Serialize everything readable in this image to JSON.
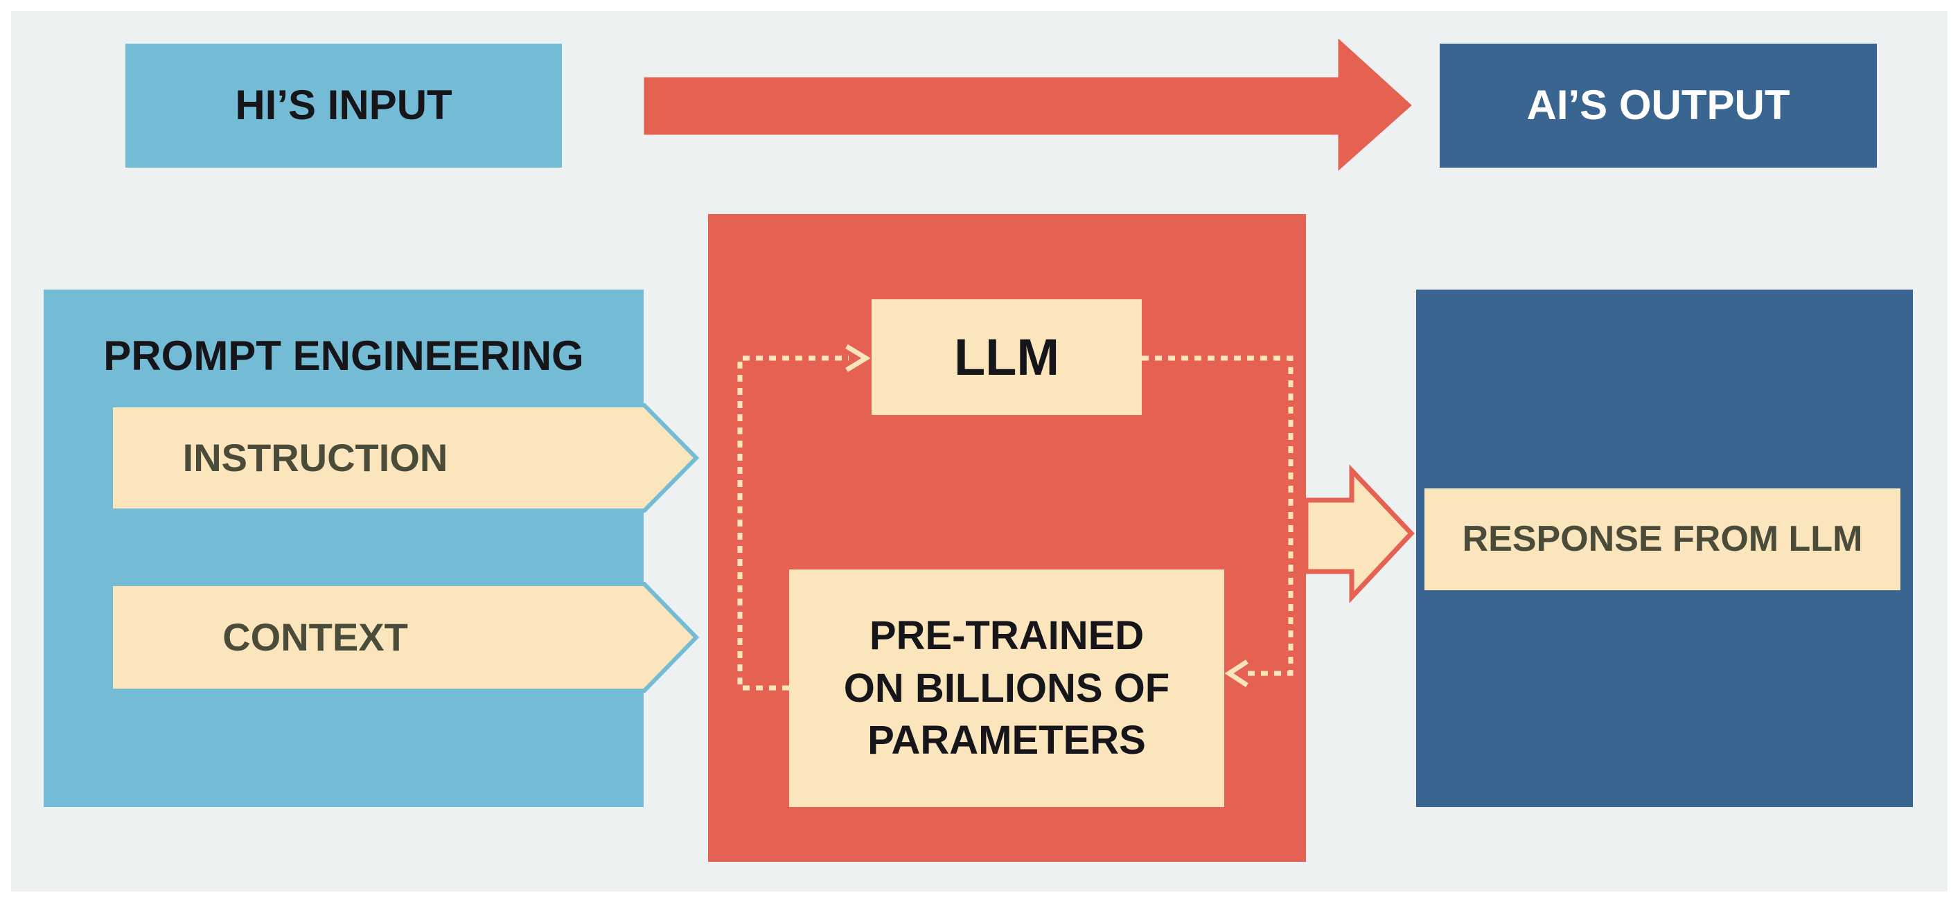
{
  "diagram": {
    "hi_input": "HI’S INPUT",
    "ai_output": "AI’S OUTPUT",
    "prompt_engineering": "PROMPT ENGINEERING",
    "instruction": "INSTRUCTION",
    "context": "CONTEXT",
    "llm": "LLM",
    "pretrained_line1": "PRE-TRAINED",
    "pretrained_line2": "ON BILLIONS OF",
    "pretrained_line3": "PARAMETERS",
    "response": "RESPONSE FROM LLM"
  },
  "colors": {
    "light_blue": "#74bbd5",
    "dark_blue": "#3a6590",
    "coral": "#e56253",
    "cream": "#fbe5bd",
    "background": "#eef1f2"
  }
}
